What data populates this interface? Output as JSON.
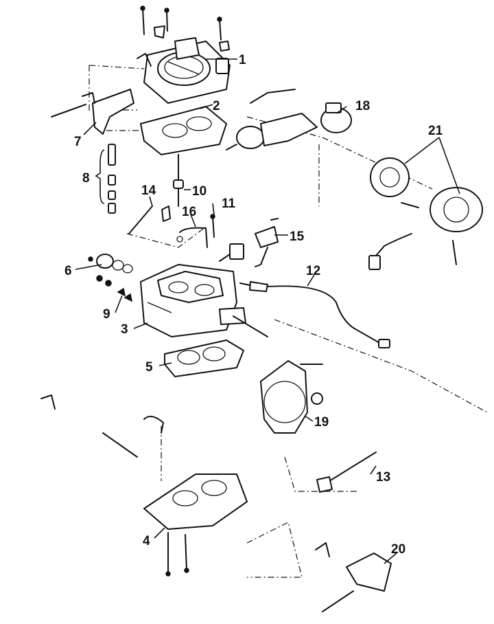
{
  "callouts": [
    "1",
    "2",
    "3",
    "4",
    "5",
    "6",
    "7",
    "8",
    "9",
    "10",
    "11",
    "12",
    "13",
    "14",
    "15",
    "16",
    "18",
    "19",
    "20",
    "21"
  ]
}
